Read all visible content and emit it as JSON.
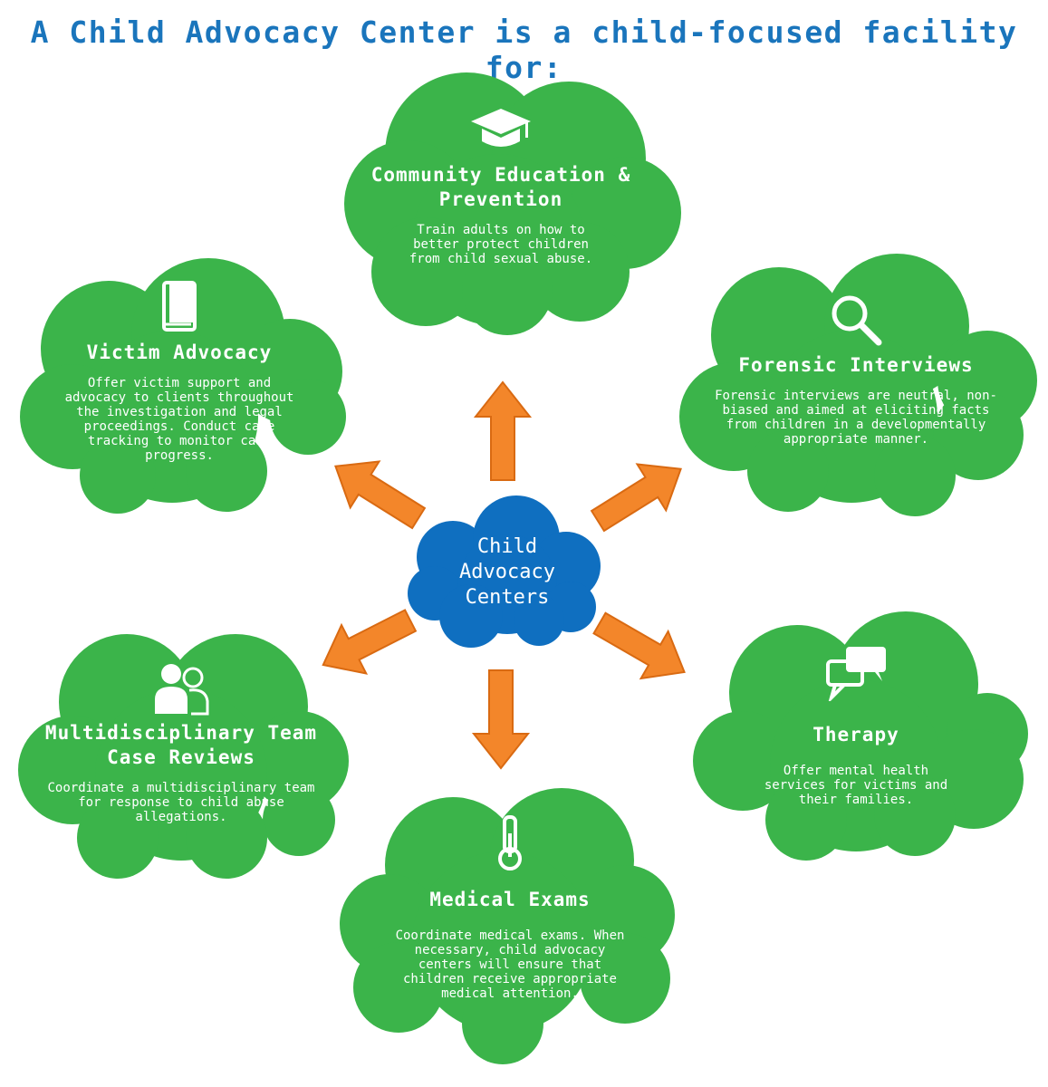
{
  "title": "A Child Advocacy Center is a child-focused facility for:",
  "colors": {
    "title": "#1a75bc",
    "cloud_green": "#3bb44a",
    "center_blue": "#0f6fc0",
    "arrow_orange": "#f3862a"
  },
  "center": {
    "label": "Child\nAdvocacy\nCenters"
  },
  "nodes": [
    {
      "icon": "graduation-cap-icon",
      "heading": "Community Education & Prevention",
      "description": "Train adults on how to better protect children from child sexual abuse."
    },
    {
      "icon": "book-icon",
      "heading": "Victim Advocacy",
      "description": "Offer victim support and advocacy to clients throughout the investigation and legal proceedings. Conduct case tracking to monitor case progress."
    },
    {
      "icon": "magnifying-glass-icon",
      "heading": "Forensic Interviews",
      "description": "Forensic interviews are neutral, non-biased and aimed at eliciting facts from children in a developmentally appropriate manner."
    },
    {
      "icon": "people-icon",
      "heading": "Multidisciplinary Team Case Reviews",
      "description": "Coordinate a multidisciplinary team for response to child abuse allegations."
    },
    {
      "icon": "chat-bubbles-icon",
      "heading": "Therapy",
      "description": "Offer mental health services for victims and their families."
    },
    {
      "icon": "thermometer-icon",
      "heading": "Medical Exams",
      "description": "Coordinate medical exams. When necessary, child advocacy centers will ensure that children receive appropriate medical attention."
    }
  ]
}
